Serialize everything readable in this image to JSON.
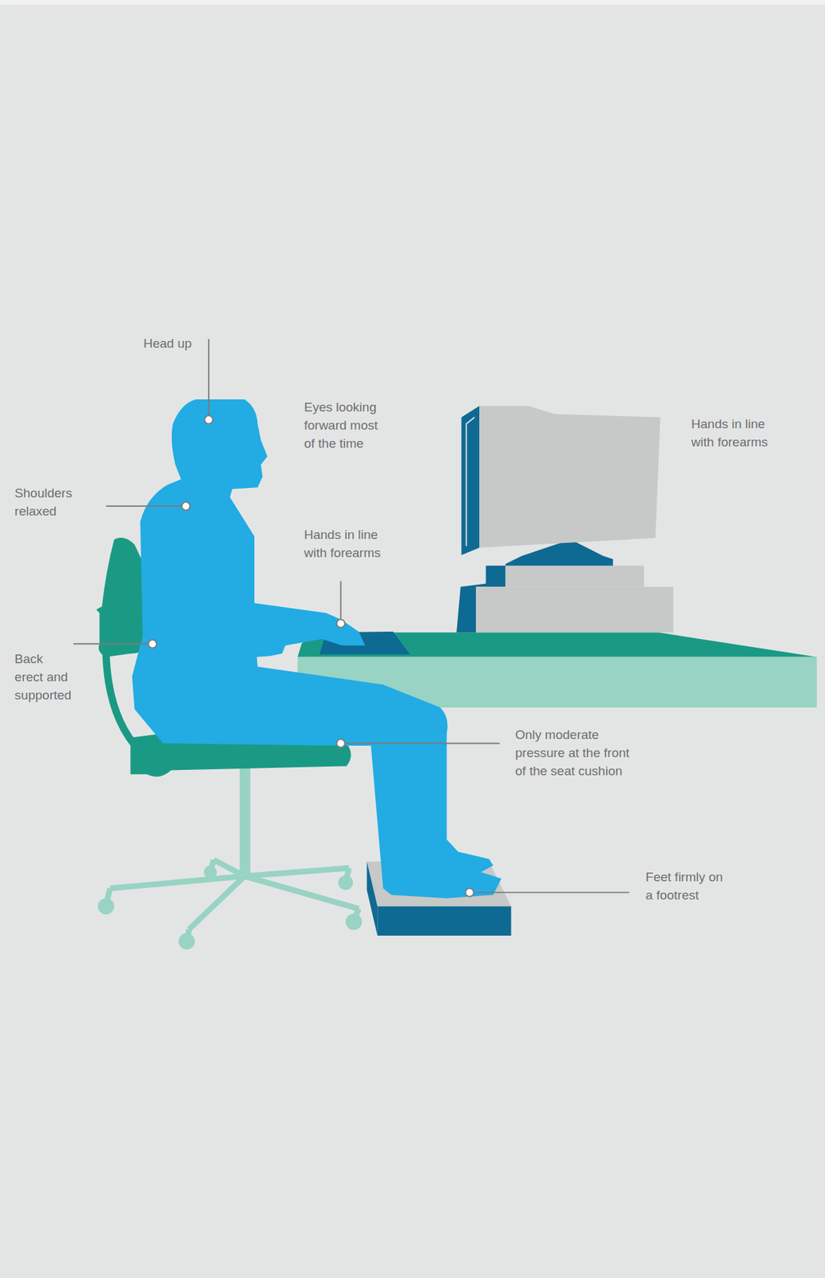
{
  "diagram": {
    "labels": [
      "Head up",
      "Eyes looking forward most of the time",
      "Hands in line with forearms",
      "Shoulders relaxed",
      "Hands in line with forearms",
      "Back erect and supported",
      "Only moderate pressure at the front of the seat cushion",
      "Feet firmly on a footrest"
    ]
  }
}
